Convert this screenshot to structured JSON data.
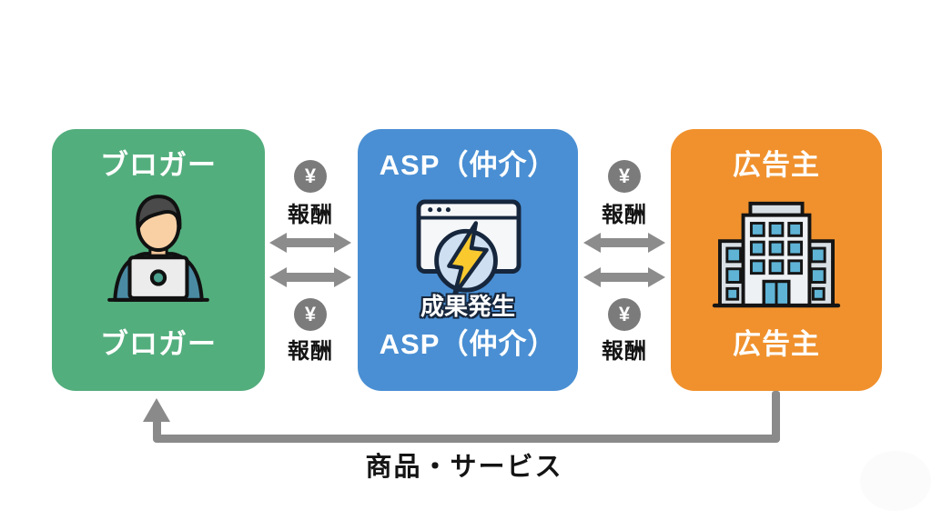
{
  "boxes": {
    "blogger": {
      "top_label": "ブロガー",
      "bottom_label": "ブロガー"
    },
    "asp": {
      "top_label": "ASP（仲介）",
      "caption": "成果発生",
      "bottom_label": "ASP（仲介）"
    },
    "advertiser": {
      "top_label": "広告主",
      "bottom_label": "広告主"
    }
  },
  "connectors": {
    "blogger_asp": {
      "top_badge": "¥",
      "top_label": "報酬",
      "bottom_badge": "¥",
      "bottom_label": "報酬"
    },
    "asp_advertiser": {
      "top_badge": "¥",
      "top_label": "報酬",
      "bottom_badge": "¥",
      "bottom_label": "報酬"
    },
    "goods_flow": {
      "label": "商品・サービス"
    }
  },
  "icons": {
    "blogger": "person-laptop-icon",
    "asp": "browser-lightning-icon",
    "advertiser": "building-icon",
    "badges": "yen-circle-icon",
    "between_boxes": "double-headed-arrow-icon",
    "bottom": "elbow-arrow-up-icon"
  },
  "colors": {
    "blogger_box": "#53ae7d",
    "asp_box": "#4a8fd3",
    "advertiser_box": "#f0912d",
    "arrow_gray": "#8a8a8a",
    "badge_gray": "#7b7b7b",
    "icon_outline": "#16263c",
    "lightning_yellow": "#f9c92e",
    "window_blue": "#5fb4d6",
    "text_dark": "#141414",
    "text_white": "#ffffff"
  }
}
